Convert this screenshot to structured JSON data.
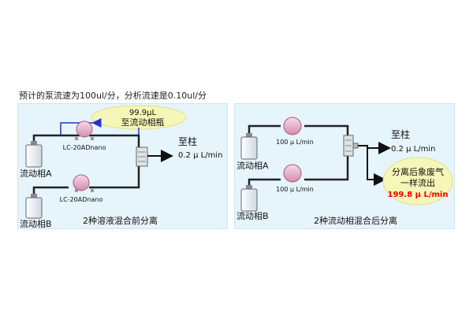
{
  "caption": "预计的泵流速为100ul/分，分析流速是0.10ul/分",
  "left": {
    "bubble_line1": "99.9μL",
    "bubble_line2": "至流动相瓶",
    "pump_top_label": "LC-20ADnano",
    "pump_bottom_label": "LC-20ADnano",
    "bottle_a_label": "流动相A",
    "bottle_b_label": "流动相B",
    "to_column": "至柱",
    "flow_rate": "0.2 μ L/min",
    "title": "2种溶液混合前分离"
  },
  "right": {
    "pump_top_rate": "100 μ L/min",
    "pump_bottom_rate": "100 μ L/min",
    "bottle_a_label": "流动相A",
    "bottle_b_label": "流动相B",
    "to_column": "至柱",
    "flow_rate": "0.2 μ L/min",
    "waste_line1": "分离后象废气",
    "waste_line2": "一样流出",
    "waste_rate": "199.8 μ L/min",
    "title": "2种流动相混合后分离"
  },
  "colors": {
    "panel_bg": "#e6f4fb",
    "bubble_fill": "#f6f6b8",
    "arrow_blue": "#2233cc",
    "waste_red": "#ee0000",
    "pump_pink": "#e9b8cf"
  }
}
